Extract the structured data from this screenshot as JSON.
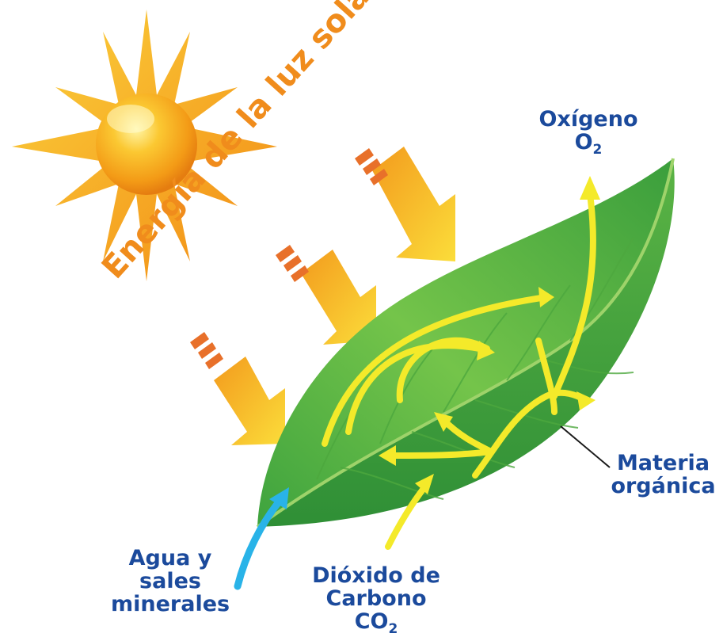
{
  "title": "Energía de la luz solar",
  "labels": {
    "oxygen": {
      "name": "Oxígeno",
      "formula_main": "O",
      "formula_sub": "2"
    },
    "organic_matter": {
      "line1": "Materia",
      "line2": "orgánica"
    },
    "water": {
      "line1": "Agua y",
      "line2": "sales",
      "line3": "minerales"
    },
    "co2": {
      "line1": "Dióxido de",
      "line2": "Carbono",
      "formula_main": "CO",
      "formula_sub": "2"
    }
  },
  "colors": {
    "sun_core": "#f7a21c",
    "sun_rays": "#f59a1b",
    "light_arrow": "#f8b21e",
    "title": "#f08c1c",
    "leaf_light": "#6cc04a",
    "leaf_dark": "#2e9a3c",
    "flow_arrows": "#f4ea2a",
    "water_arrow": "#29b3e8",
    "label_text": "#1b4a9c"
  }
}
